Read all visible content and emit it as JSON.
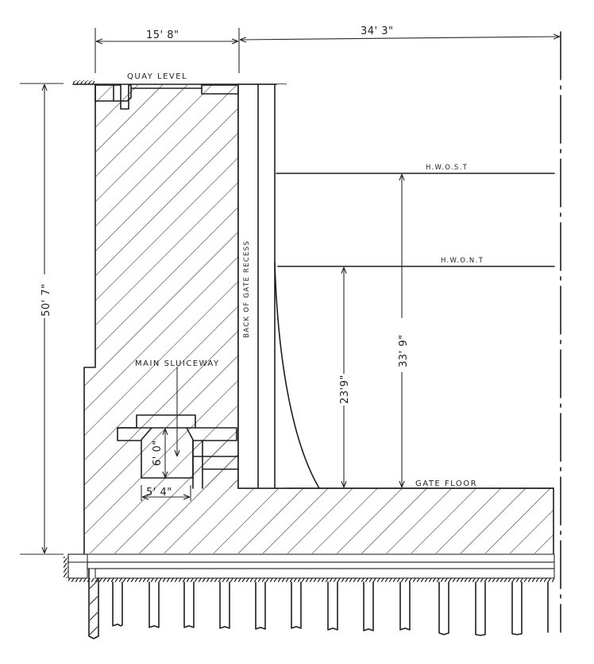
{
  "title": "Lock wall cross-section with gate recess, main sluiceway and piled foundation",
  "colors": {
    "ink": "#1e1e1e",
    "paper": "#ffffff"
  },
  "dimensions": {
    "wall_width": "15' 8\"",
    "chamber_width": "34' 3\"",
    "wall_height": "50' 7\"",
    "hwost_depth": "33' 9\"",
    "hwont_depth": "23'9\"",
    "sluice_height": "6' 0\"",
    "sluice_width": "5' 4\""
  },
  "labels": {
    "quay_level": "QUAY LEVEL",
    "hwost": "H.W.O.S.T",
    "hwont": "H.W.O.N.T",
    "back_of_gate_recess": "BACK OF GATE RECESS",
    "main_sluiceway": "MAIN SLUICEWAY",
    "gate_floor": "GATE FLOOR"
  },
  "icons": {
    "hatching": "diagonal-hatch-masonry",
    "concrete": "stippled-concrete",
    "ground": "earth-hatch",
    "piles": "timber-piles"
  },
  "piles_count": 13
}
